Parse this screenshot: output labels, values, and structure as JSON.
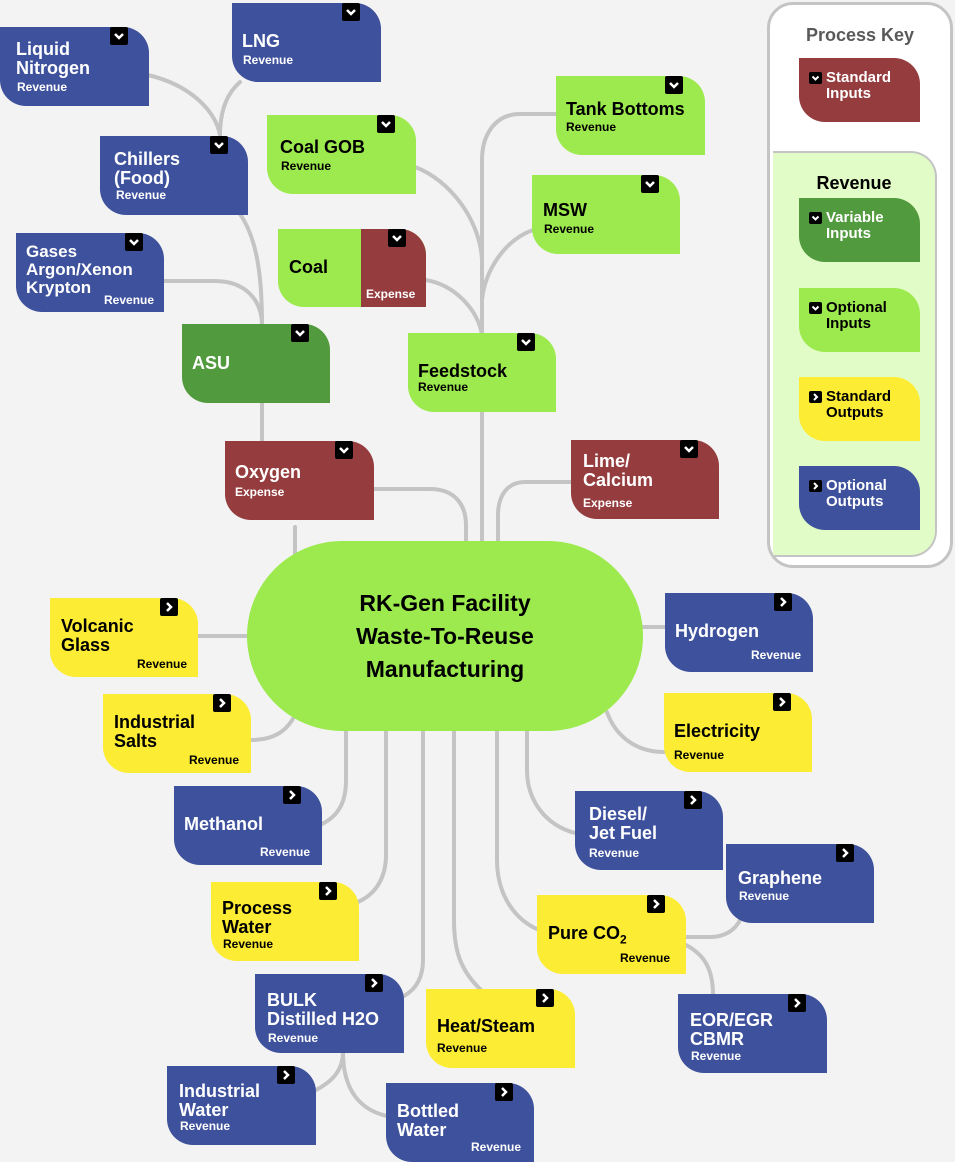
{
  "hub": {
    "lines": [
      "RK-Gen Facility",
      "Waste-To-Reuse",
      "Manufacturing"
    ]
  },
  "colors": {
    "optional_outputs": "#3e519c",
    "optional_inputs": "#9cea4e",
    "variable_inputs": "#529a3e",
    "standard_inputs": "#943c3e",
    "standard_outputs": "#fcec34",
    "connector": "#c4c4c4",
    "background": "#f3f3f3",
    "revenue_panel": "#e2fcc7"
  },
  "key": {
    "title": "Process Key",
    "standard_inputs": {
      "label": "Standard\nInputs",
      "icon": "chevron-down-icon"
    },
    "revenue_title": "Revenue",
    "variable_inputs": {
      "label": "Variable\nInputs",
      "icon": "chevron-down-icon"
    },
    "optional_inputs": {
      "label": "Optional\nInputs",
      "icon": "chevron-down-icon"
    },
    "standard_outputs": {
      "label": "Standard\nOutputs",
      "icon": "chevron-right-icon"
    },
    "optional_outputs": {
      "label": "Optional\nOutputs",
      "icon": "chevron-right-icon"
    }
  },
  "inputs": {
    "liquid_nitrogen": {
      "title": "Liquid\nNitrogen",
      "sub": "Revenue",
      "category": "optional_outputs",
      "icon": "chevron-down-icon"
    },
    "lng": {
      "title": "LNG",
      "sub": "Revenue",
      "category": "optional_outputs",
      "icon": "chevron-down-icon"
    },
    "chillers": {
      "title": "Chillers\n(Food)",
      "sub": "Revenue",
      "category": "optional_outputs",
      "icon": "chevron-down-icon"
    },
    "gases": {
      "title": "Gases\nArgon/Xenon\nKrypton",
      "sub": "Revenue",
      "category": "optional_outputs",
      "icon": "chevron-down-icon"
    },
    "asu": {
      "title": "ASU",
      "sub": "",
      "category": "variable_inputs",
      "icon": "chevron-down-icon"
    },
    "oxygen": {
      "title": "Oxygen",
      "sub": "Expense",
      "category": "standard_inputs",
      "icon": "chevron-down-icon"
    },
    "coal_gob": {
      "title": "Coal GOB",
      "sub": "Revenue",
      "category": "optional_inputs",
      "icon": "chevron-down-icon"
    },
    "coal": {
      "title": "Coal",
      "sub": "Expense",
      "category": "optional_inputs+standard_inputs",
      "icon": "chevron-down-icon"
    },
    "tank_bottoms": {
      "title": "Tank Bottoms",
      "sub": "Revenue",
      "category": "optional_inputs",
      "icon": "chevron-down-icon"
    },
    "msw": {
      "title": "MSW",
      "sub": "Revenue",
      "category": "optional_inputs",
      "icon": "chevron-down-icon"
    },
    "feedstock": {
      "title": "Feedstock",
      "sub": "Revenue",
      "category": "optional_inputs",
      "icon": "chevron-down-icon"
    },
    "lime": {
      "title": "Lime/\nCalcium",
      "sub": "Expense",
      "category": "standard_inputs",
      "icon": "chevron-down-icon"
    }
  },
  "outputs": {
    "volcanic_glass": {
      "title": "Volcanic\nGlass",
      "sub": "Revenue",
      "category": "standard_outputs",
      "icon": "chevron-right-icon"
    },
    "industrial_salts": {
      "title": "Industrial\nSalts",
      "sub": "Revenue",
      "category": "standard_outputs",
      "icon": "chevron-right-icon"
    },
    "methanol": {
      "title": "Methanol",
      "sub": "Revenue",
      "category": "optional_outputs",
      "icon": "chevron-right-icon"
    },
    "process_water": {
      "title": "Process\nWater",
      "sub": "Revenue",
      "category": "standard_outputs",
      "icon": "chevron-right-icon"
    },
    "bulk_h2o": {
      "title": "BULK\nDistilled H2O",
      "sub": "Revenue",
      "category": "optional_outputs",
      "icon": "chevron-right-icon"
    },
    "industrial_water": {
      "title": "Industrial\nWater",
      "sub": "Revenue",
      "category": "optional_outputs",
      "icon": "chevron-right-icon"
    },
    "bottled_water": {
      "title": "Bottled\nWater",
      "sub": "Revenue",
      "category": "optional_outputs",
      "icon": "chevron-right-icon"
    },
    "heat_steam": {
      "title": "Heat/Steam",
      "sub": "Revenue",
      "category": "standard_outputs",
      "icon": "chevron-right-icon"
    },
    "hydrogen": {
      "title": "Hydrogen",
      "sub": "Revenue",
      "category": "optional_outputs",
      "icon": "chevron-right-icon"
    },
    "electricity": {
      "title": "Electricity",
      "sub": "Revenue",
      "category": "standard_outputs",
      "icon": "chevron-right-icon"
    },
    "diesel": {
      "title": "Diesel/\nJet Fuel",
      "sub": "Revenue",
      "category": "optional_outputs",
      "icon": "chevron-right-icon"
    },
    "graphene": {
      "title": "Graphene",
      "sub": "Revenue",
      "category": "optional_outputs",
      "icon": "chevron-right-icon"
    },
    "pure_co2": {
      "title": "Pure CO",
      "title_subscript": "2",
      "sub": "Revenue",
      "category": "standard_outputs",
      "icon": "chevron-right-icon"
    },
    "eor": {
      "title": "EOR/EGR\nCBMR",
      "sub": "Revenue",
      "category": "optional_outputs",
      "icon": "chevron-right-icon"
    }
  }
}
